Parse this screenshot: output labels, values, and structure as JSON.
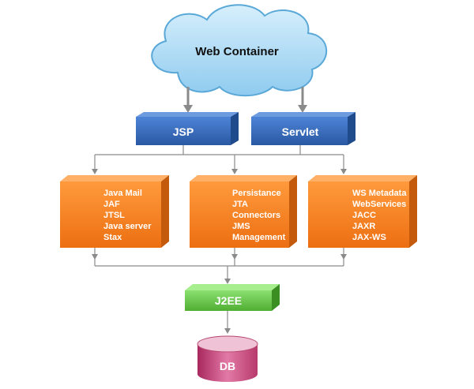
{
  "cloud": {
    "label": "Web Container"
  },
  "tier1": [
    {
      "label": "JSP"
    },
    {
      "label": "Servlet"
    }
  ],
  "tier2": [
    {
      "items": [
        "Java Mail",
        "JAF",
        "JTSL",
        "Java server",
        "Stax"
      ]
    },
    {
      "items": [
        "Persistance",
        "JTA",
        "Connectors",
        "JMS",
        "Management"
      ]
    },
    {
      "items": [
        "WS Metadata",
        "WebServices",
        "JACC",
        "JAXR",
        "JAX-WS"
      ]
    }
  ],
  "j2ee": {
    "label": "J2EE"
  },
  "db": {
    "label": "DB"
  },
  "colors": {
    "cloud": "#a9d8f4",
    "cloud_edge": "#5aa8d8",
    "blue_box": "#2f63b0",
    "orange_box": "#f07c1e",
    "green_box": "#6cc04a",
    "db": "#c9507e"
  }
}
